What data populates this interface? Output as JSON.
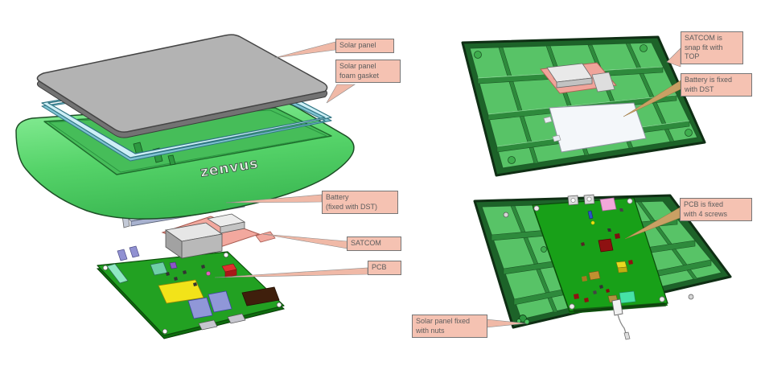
{
  "diagram": {
    "brand_logo": "zenvus",
    "colors": {
      "callout_fill": "#f5c2b2",
      "callout_border": "#767676",
      "callout_text": "#5c5c5c",
      "leader_salmon": "#f0b9a7",
      "leader_tan": "#c9a064",
      "enclosure_green": "#4fc763",
      "enclosure_dark_green": "#1d6329",
      "pcb_green": "#18a018",
      "solar_panel_gray": "#b3b3b3",
      "gasket_blue": "#cdeff6",
      "battery_white": "#f4f7fa",
      "satcom_pink": "#f0a49a"
    },
    "left_view": {
      "callouts": {
        "solar_panel": "Solar panel",
        "foam_gasket": "Solar panel\nfoam gasket",
        "battery": "Battery\n(fixed with DST)",
        "satcom": "SATCOM",
        "pcb": "PCB"
      }
    },
    "right_top_view": {
      "callouts": {
        "satcom_snap_fit": "SATCOM is\nsnap fit with\nTOP",
        "battery_dst": "Battery is fixed\nwith DST"
      }
    },
    "right_bottom_view": {
      "callouts": {
        "pcb_screws": "PCB is fixed\nwith 4 screws",
        "solar_panel_nuts": "Solar panel fixed\nwith nuts"
      }
    }
  }
}
